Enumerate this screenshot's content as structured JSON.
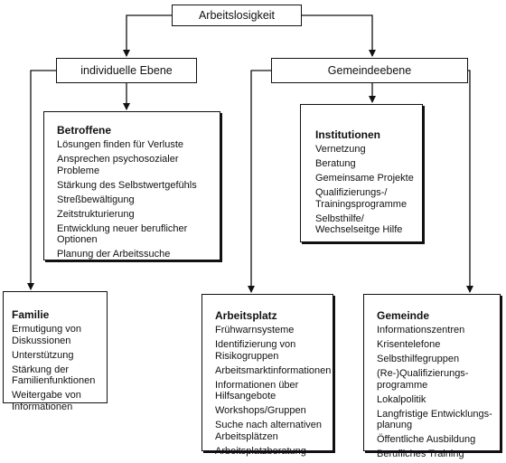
{
  "root": {
    "label": "Arbeitslosigkeit"
  },
  "levels": {
    "individual": "individuelle Ebene",
    "community": "Gemeindeebene"
  },
  "boxes": {
    "betroffene": {
      "title": "Betroffene",
      "items": [
        "Lösungen finden für Verluste",
        "Ansprechen psychosozialer Probleme",
        "Stärkung des Selbstwertgefühls",
        "Streßbewältigung",
        "Zeitstrukturierung",
        "Entwicklung neuer beruflicher Optionen",
        "Planung der Arbeitssuche"
      ]
    },
    "institutionen": {
      "title": "Institutionen",
      "items": [
        "Vernetzung",
        "Beratung",
        "Gemeinsame Projekte",
        "Qualifizierungs-/ Trainingsprogramme",
        "Selbsthilfe/ Wechselseitge Hilfe"
      ]
    },
    "familie": {
      "title": "Familie",
      "items": [
        "Ermutigung von Diskussionen",
        "Unterstützung",
        "Stärkung der Familienfunktionen",
        "Weitergabe von Informationen"
      ]
    },
    "arbeitsplatz": {
      "title": "Arbeitsplatz",
      "items": [
        "Frühwarnsysteme",
        "Identifizierung von Risikogruppen",
        "Arbeitsmarktinformationen",
        "Informationen über Hilfsangebote",
        "Workshops/Gruppen",
        "Suche nach alternativen Arbeitsplätzen",
        "Arbeitsplatzberatung"
      ]
    },
    "gemeinde": {
      "title": "Gemeinde",
      "items": [
        "Informationszentren",
        "Krisentelefone",
        "Selbsthilfegruppen",
        "(Re-)Qualifizierungs- programme",
        "Lokalpolitik",
        "Langfristige Entwicklungs- planung",
        "Öffentliche Ausbildung",
        "Berufliches Training"
      ]
    }
  }
}
